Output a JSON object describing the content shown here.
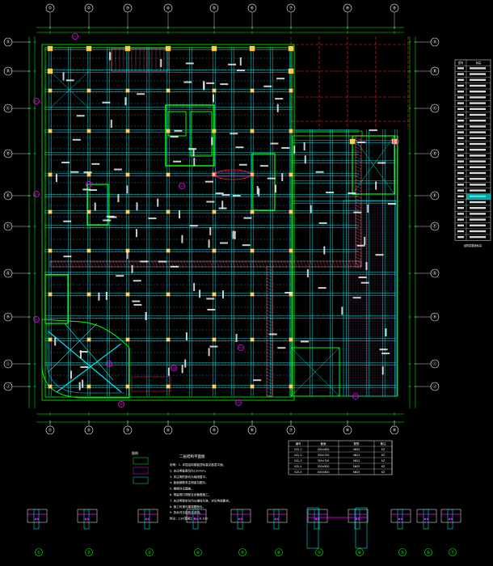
{
  "drawing": {
    "background": "#000000",
    "colors": {
      "axis": "#ffffff",
      "grid": "#00e5e5",
      "grid_dashed": "#3fd0ff",
      "wall": "#00ff00",
      "label": "#ffffff",
      "magenta": "#ff00ff",
      "red": "#ff2a2a",
      "pink": "#ff8aa0",
      "yellow": "#ffff00",
      "hatch": "#ff80ff"
    },
    "axis_numbers_top": [
      "①",
      "②",
      "③",
      "④",
      "⑤",
      "⑥",
      "⑦",
      "⑧",
      "⑨"
    ],
    "axis_letters_left": [
      "Ⓐ",
      "Ⓑ",
      "Ⓒ",
      "Ⓓ",
      "Ⓔ",
      "Ⓕ",
      "Ⓖ",
      "Ⓗ",
      "Ⓘ",
      "Ⓙ",
      "Ⓚ"
    ],
    "axis_letters_right": [
      "Ⓐ",
      "Ⓑ",
      "Ⓒ",
      "Ⓓ",
      "Ⓔ",
      "Ⓕ",
      "Ⓖ",
      "Ⓗ",
      "Ⓘ",
      "Ⓙ"
    ],
    "notes_title": "二层结构平面图",
    "notes_lines": [
      "说明：1. 本层结构楼板顶标高见各层平面。",
      "2. 未注明板厚均为120mm。",
      "3. 未注明的梁均为轴线居中。",
      "4. 板面钢筋未注明者见图示。",
      "5. 楼梯详见建施。",
      "6. 预留洞口须配合设备图施工。",
      "7. 未注明梁定位均以轴线为准，详见构造要求。",
      "8. 施工时请与建施图配合。",
      "9. 其余详见结构总说明。",
      "附注：C30混凝土 H=-0.100"
    ],
    "legend_label": "图例",
    "schedule_table": {
      "headers": [
        "编号",
        "截面",
        "配筋",
        "备注"
      ],
      "rows": [
        [
          "KZL-1",
          "300×600",
          "4Φ20",
          "KZ"
        ],
        [
          "KZL-2",
          "300×700",
          "4Φ22",
          "KZ"
        ],
        [
          "KZL-3",
          "350×700",
          "5Φ22",
          "KZ"
        ],
        [
          "KZL-4",
          "350×800",
          "5Φ25",
          "KZ"
        ],
        [
          "KZL-5",
          "400×800",
          "6Φ25",
          "KZ"
        ]
      ]
    },
    "level_table": {
      "headers": [
        "层号",
        "标高"
      ],
      "rows_count": 30,
      "footer": "结构层楼面标高"
    },
    "details": [
      {
        "label": "①"
      },
      {
        "label": "②"
      },
      {
        "label": "③"
      },
      {
        "label": "④"
      },
      {
        "label": "⑤"
      },
      {
        "label": "⑥"
      },
      {
        "label": "⑦"
      },
      {
        "label": "⑧"
      },
      {
        "label": "⑨"
      },
      {
        "label": "⑩"
      },
      {
        "label": "⑪"
      }
    ]
  }
}
